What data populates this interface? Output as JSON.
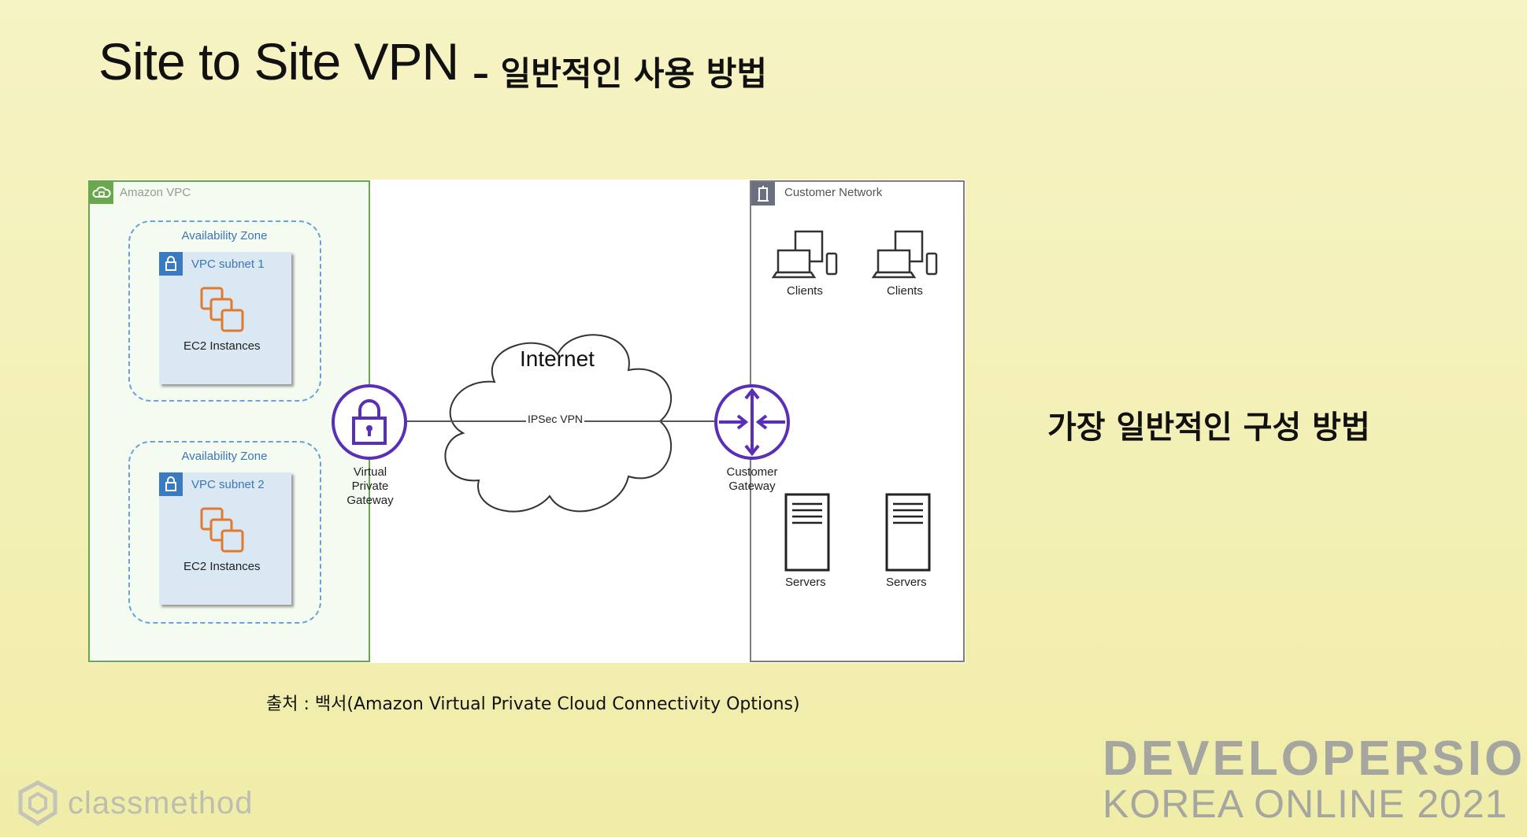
{
  "slide": {
    "title": "Site to Site VPN",
    "subtitle": "– 일반적인 사용 방법",
    "right_text": "가장 일반적인 구성 방법",
    "source": "출처 : 백서(Amazon Virtual Private Cloud Connectivity Options)"
  },
  "diagram": {
    "vpc_label": "Amazon VPC",
    "customer_network_label": "Customer Network",
    "availability_zone_1": "Availability Zone",
    "availability_zone_2": "Availability Zone",
    "subnet_1": "VPC subnet 1",
    "subnet_2": "VPC subnet 2",
    "ec2_1": "EC2 Instances",
    "ec2_2": "EC2 Instances",
    "vgw_line1": "Virtual",
    "vgw_line2": "Private",
    "vgw_line3": "Gateway",
    "internet": "Internet",
    "ipsec": "IPSec VPN",
    "cgw_line1": "Customer",
    "cgw_line2": "Gateway",
    "clients_1": "Clients",
    "clients_2": "Clients",
    "servers_1": "Servers",
    "servers_2": "Servers"
  },
  "branding": {
    "company": "classmethod",
    "event_line1": "DEVELOPERSIO",
    "event_line2": "KOREA ONLINE 2021"
  },
  "colors": {
    "background": "#f4f1bb",
    "vpc_border": "#6aa84f",
    "gateway_purple": "#5a2fb8",
    "az_dashed": "#6aa1d8",
    "ec2_orange": "#e07a2e"
  }
}
